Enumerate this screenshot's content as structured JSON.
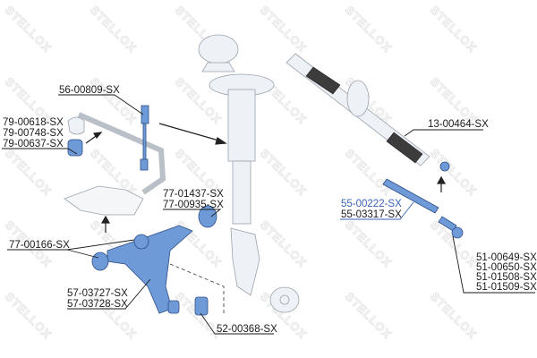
{
  "watermark": "STELLOX",
  "colors": {
    "highlight_part": "#6f9ad8",
    "highlight_label": "#3a62b8",
    "text": "#1a1a1a"
  },
  "labels": {
    "stabilizer_link": [
      "56-00809-SX"
    ],
    "stabilizer_bushing": [
      "79-00618-SX",
      "79-00748-SX",
      "79-00637-SX"
    ],
    "arm_rear_bushing": [
      "77-01437-SX",
      "77-00935-SX"
    ],
    "steering_rack": [
      "13-00464-SX"
    ],
    "tie_rod": [
      "55-00222-SX",
      "55-03317-SX"
    ],
    "arm_front_bushing": [
      "77-00166-SX"
    ],
    "control_arm": [
      "57-03727-SX",
      "57-03728-SX"
    ],
    "ball_joint": [
      "52-00368-SX"
    ],
    "tie_rod_end": [
      "51-00649-SX",
      "51-00650-SX",
      "51-01508-SX",
      "51-01509-SX"
    ]
  }
}
